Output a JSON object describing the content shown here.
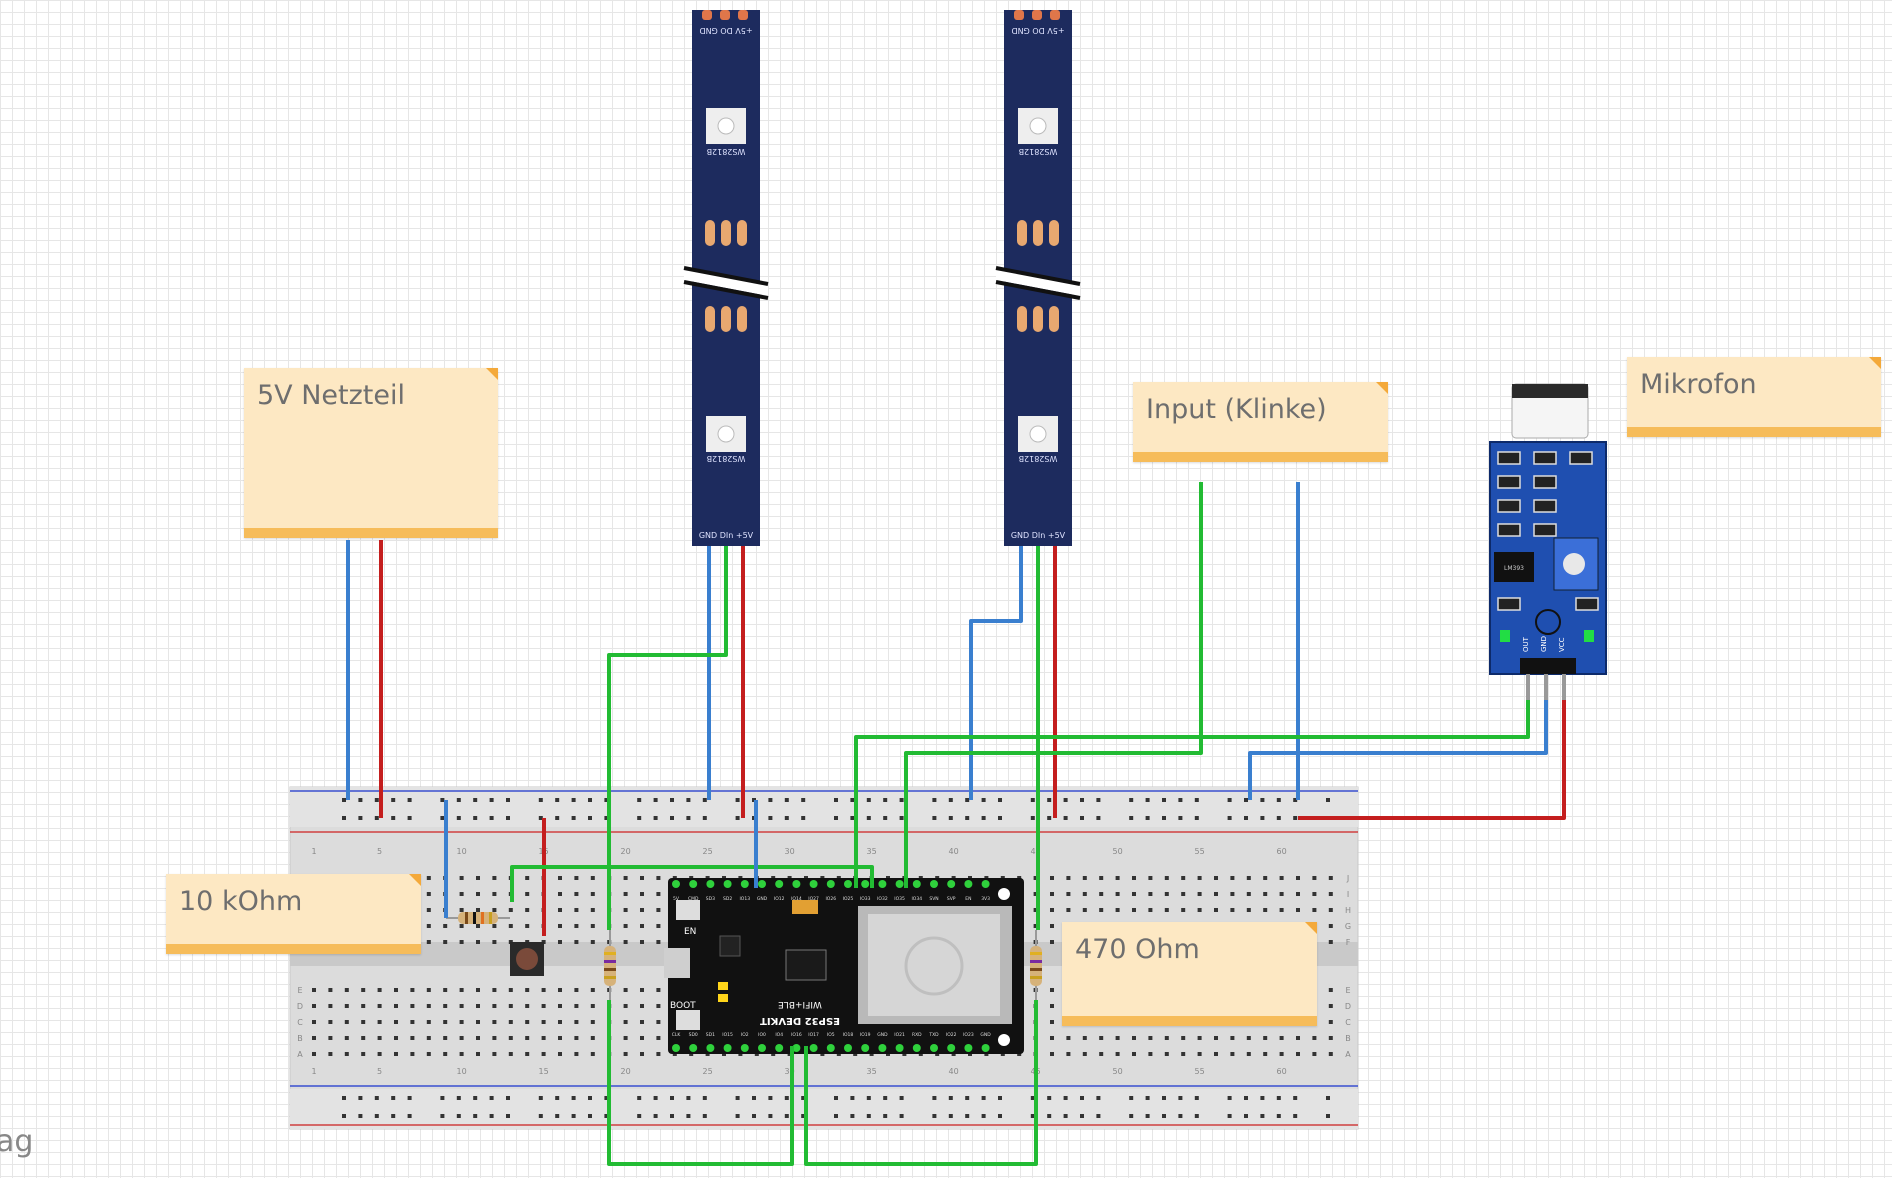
{
  "notes": {
    "netzteil": "5V Netzteil",
    "input": "Input (Klinke)",
    "mikrofon": "Mikrofon",
    "resistor_10k": "10 kOhm",
    "resistor_470": "470 Ohm"
  },
  "watermark": "ag",
  "led_strip": {
    "pin_top": "+5V DO GND",
    "pin_bottom": "GND DIn +5V",
    "chip_label": "WS2812B"
  },
  "esp32": {
    "name": "ESP32 DEVKIT",
    "subtitle": "WIFI+BLE",
    "en_label": "EN",
    "boot_label": "BOOT",
    "top_pins": [
      "3V3",
      "EN",
      "SVP",
      "SVN",
      "IO34",
      "IO35",
      "IO32",
      "IO33",
      "IO25",
      "IO26",
      "IO27",
      "IO14",
      "IO12",
      "GND",
      "IO13",
      "SD2",
      "SD3",
      "CMD",
      "5V"
    ],
    "bottom_pins": [
      "GND",
      "IO23",
      "IO22",
      "TXD",
      "RXD",
      "IO21",
      "GND",
      "IO19",
      "IO18",
      "IO5",
      "IO17",
      "IO16",
      "IO4",
      "IO0",
      "IO2",
      "IO15",
      "SD1",
      "SD0",
      "CLK"
    ]
  },
  "mic_module": {
    "pins": [
      "OUT",
      "GND",
      "VCC"
    ],
    "chip_text": "LM393"
  },
  "breadboard": {
    "row_letters": [
      "A",
      "B",
      "C",
      "D",
      "E",
      "F",
      "G",
      "H",
      "I",
      "J"
    ],
    "column_numbers": [
      "1",
      "5",
      "10",
      "15",
      "20",
      "25",
      "30",
      "35",
      "40",
      "45",
      "50",
      "55",
      "60"
    ]
  },
  "colors": {
    "wire_green": "#22bb33",
    "wire_blue": "#3a7fcf",
    "wire_red": "#c41e1e",
    "led_strip": "#1d2b5e",
    "esp32_board": "#111111",
    "mic_board": "#1f4fb0",
    "note_bg": "#fde8c3",
    "note_border": "#f6bc5a"
  }
}
